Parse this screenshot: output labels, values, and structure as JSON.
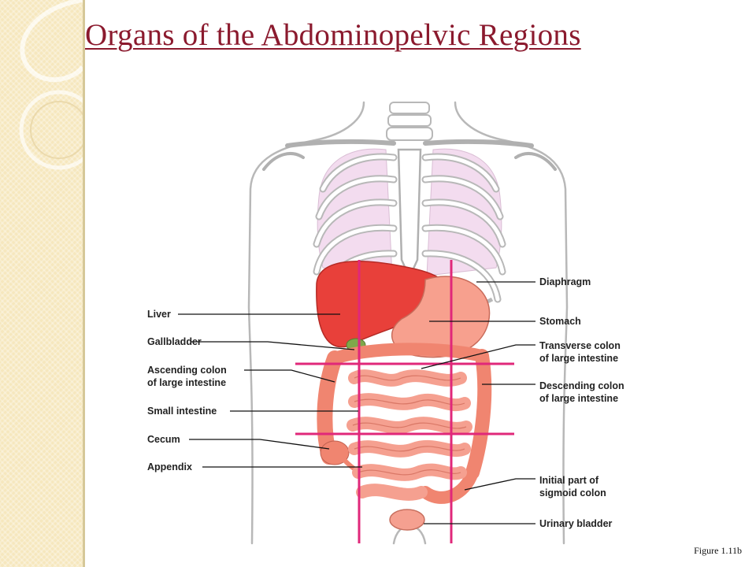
{
  "title": "Organs of the Abdominopelvic Regions",
  "figure_label": "Figure 1.11b",
  "labels_left": {
    "liver": "Liver",
    "gallbladder": "Gallbladder",
    "ascending_colon_1": "Ascending colon",
    "ascending_colon_2": "of large intestine",
    "small_intestine": "Small intestine",
    "cecum": "Cecum",
    "appendix": "Appendix"
  },
  "labels_right": {
    "diaphragm": "Diaphragm",
    "stomach": "Stomach",
    "transverse_colon_1": "Transverse colon",
    "transverse_colon_2": "of large intestine",
    "descending_colon_1": "Descending colon",
    "descending_colon_2": "of large intestine",
    "sigmoid_colon_1": "Initial part of",
    "sigmoid_colon_2": "sigmoid colon",
    "urinary_bladder": "Urinary bladder"
  },
  "colors": {
    "title": "#8b1a2e",
    "grid_lines": "#e0287a",
    "organ_red": "#e8403a",
    "intestine": "#f28c7a",
    "lung": "#f3dcef",
    "sidebar": "#f6e7bd"
  }
}
